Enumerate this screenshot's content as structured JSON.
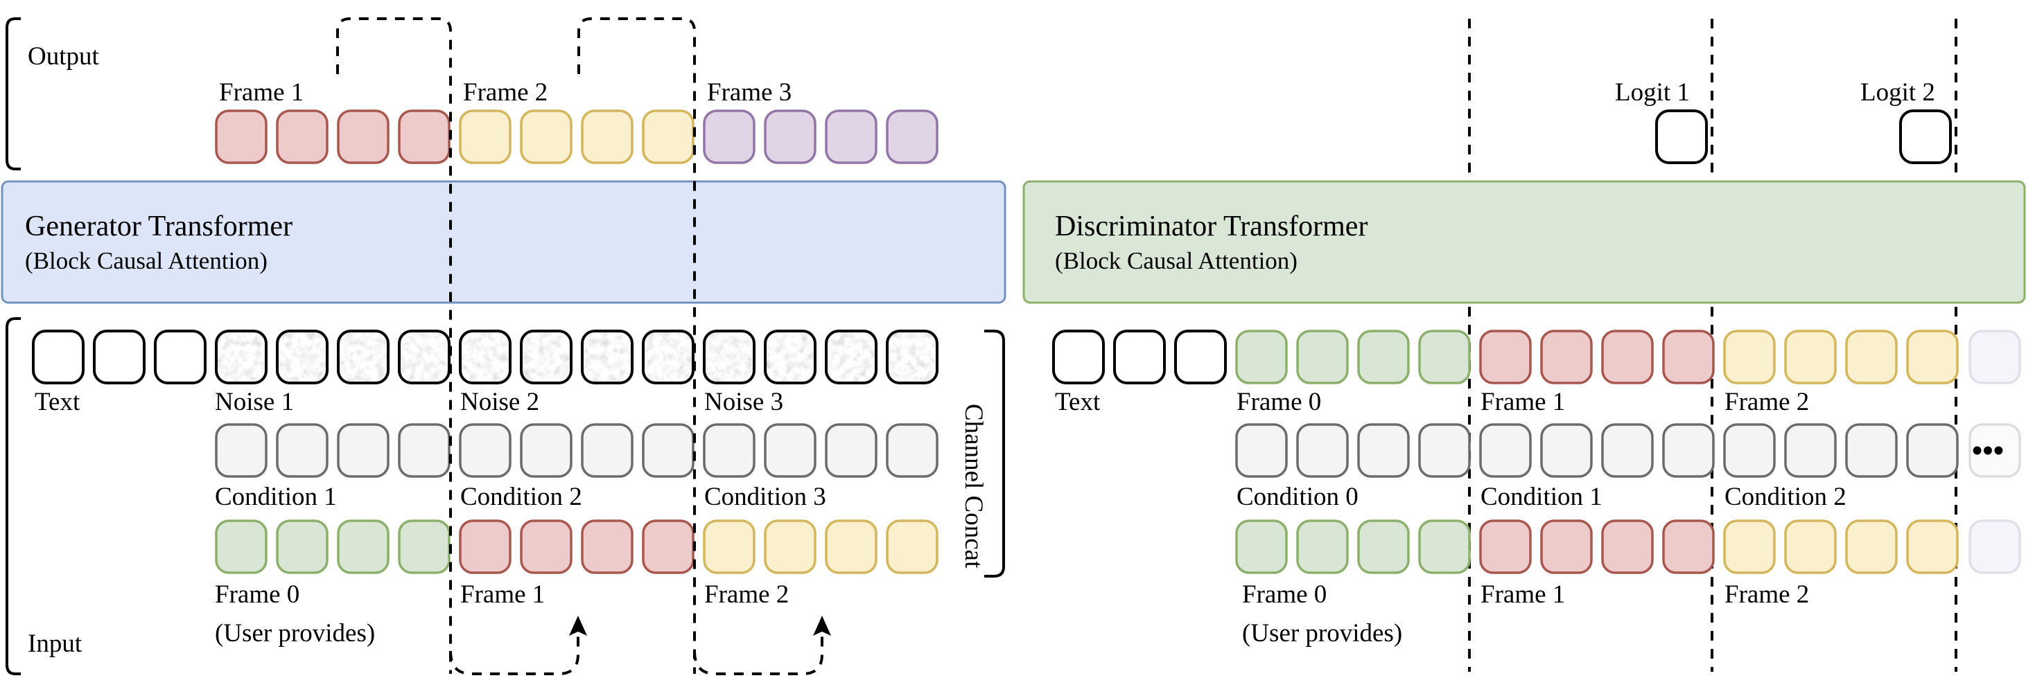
{
  "palette": {
    "red": {
      "fill": "#eccbca",
      "stroke": "#a8574f"
    },
    "yellow": {
      "fill": "#fbf0cd",
      "stroke": "#d4b65c"
    },
    "purple": {
      "fill": "#dfd5e6",
      "stroke": "#9375a6"
    },
    "green": {
      "fill": "#d9e6d5",
      "stroke": "#8cb06b"
    },
    "gray": {
      "fill": "#f4f4f4",
      "stroke": "#6b6b6b"
    },
    "white": {
      "fill": "#ffffff",
      "stroke": "#000000"
    },
    "noise": {
      "fill": "#cfcfcf",
      "stroke": "#000000"
    },
    "faded_lavender": {
      "fill": "#f6f4fa",
      "stroke": "#e2dfea"
    },
    "faded_gray": {
      "fill": "#fbfbfb",
      "stroke": "#dddddd"
    },
    "generator_box": {
      "fill": "#dce6f8",
      "stroke": "#7591bf"
    },
    "discriminator_box": {
      "fill": "#dae6d6",
      "stroke": "#8cb06b"
    }
  },
  "generator": {
    "output_label": "Output",
    "input_label": "Input",
    "title": "Generator Transformer",
    "subtitle": "(Block Causal Attention)",
    "channel_concat_label": "Channel Concat",
    "output_groups": [
      {
        "label": "Frame 1",
        "color": "red",
        "count": 4
      },
      {
        "label": "Frame 2",
        "color": "yellow",
        "count": 4
      },
      {
        "label": "Frame 3",
        "color": "purple",
        "count": 4
      }
    ],
    "text_tokens": {
      "label": "Text",
      "color": "white",
      "count": 3
    },
    "noise_groups": [
      {
        "label": "Noise 1",
        "color": "noise",
        "count": 4
      },
      {
        "label": "Noise 2",
        "color": "noise",
        "count": 4
      },
      {
        "label": "Noise 3",
        "color": "noise",
        "count": 4
      }
    ],
    "condition_groups": [
      {
        "label": "Condition 1",
        "color": "gray",
        "count": 4
      },
      {
        "label": "Condition 2",
        "color": "gray",
        "count": 4
      },
      {
        "label": "Condition 3",
        "color": "gray",
        "count": 4
      }
    ],
    "frame_groups": [
      {
        "label": "Frame 0",
        "sublabel": "(User provides)",
        "color": "green",
        "count": 4
      },
      {
        "label": "Frame 1",
        "sublabel": "",
        "color": "red",
        "count": 4
      },
      {
        "label": "Frame 2",
        "sublabel": "",
        "color": "yellow",
        "count": 4
      }
    ]
  },
  "discriminator": {
    "title": "Discriminator Transformer",
    "subtitle": "(Block Causal Attention)",
    "logits": [
      {
        "label": "Logit 1"
      },
      {
        "label": "Logit 2"
      }
    ],
    "text_tokens": {
      "label": "Text",
      "color": "white",
      "count": 3
    },
    "top_groups": [
      {
        "label": "Frame 0",
        "color": "green",
        "count": 4
      },
      {
        "label": "Frame 1",
        "color": "red",
        "count": 4
      },
      {
        "label": "Frame 2",
        "color": "yellow",
        "count": 4
      }
    ],
    "condition_groups": [
      {
        "label": "Condition 0",
        "color": "gray",
        "count": 4
      },
      {
        "label": "Condition 1",
        "color": "gray",
        "count": 4
      },
      {
        "label": "Condition 2",
        "color": "gray",
        "count": 4
      }
    ],
    "frame_groups": [
      {
        "label": "Frame 0",
        "sublabel": "(User provides)",
        "color": "green",
        "count": 4
      },
      {
        "label": "Frame 1",
        "sublabel": "",
        "color": "red",
        "count": 4
      },
      {
        "label": "Frame 2",
        "sublabel": "",
        "color": "yellow",
        "count": 4
      }
    ],
    "ellipsis": "•••",
    "continuation_colors": [
      "faded_lavender",
      "faded_gray",
      "faded_lavender"
    ]
  }
}
